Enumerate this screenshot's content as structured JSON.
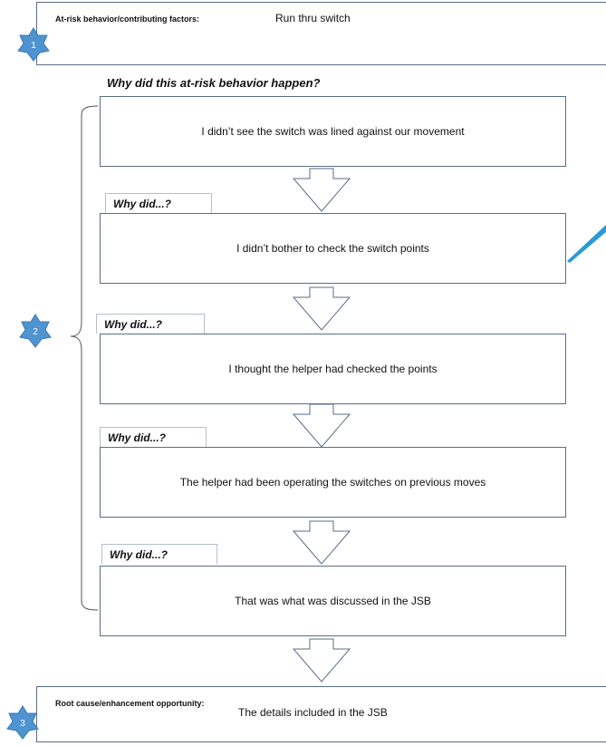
{
  "step1": {
    "badge": "1",
    "label": "At-risk behavior/contributing factors:",
    "value": "Run thru switch"
  },
  "step2": {
    "badge": "2",
    "header": "Why did this at-risk behavior happen?",
    "whys": [
      {
        "tab": "",
        "text": "I didn’t see the switch was lined against our movement"
      },
      {
        "tab": "Why did...?",
        "text": "I didn’t bother to check the switch points"
      },
      {
        "tab": "Why did...?",
        "text": "I thought the helper had checked the points"
      },
      {
        "tab": "Why did...?",
        "text": "The helper had been operating the switches on previous moves"
      },
      {
        "tab": "Why did...?",
        "text": "That was what was discussed in the JSB"
      }
    ]
  },
  "step3": {
    "badge": "3",
    "label": "Root cause/enhancement opportunity:",
    "value": "The details included in the JSB"
  },
  "colors": {
    "badge_fill": "#4f93d0",
    "border": "#5a6d86",
    "callout": "#2b9ad6"
  }
}
